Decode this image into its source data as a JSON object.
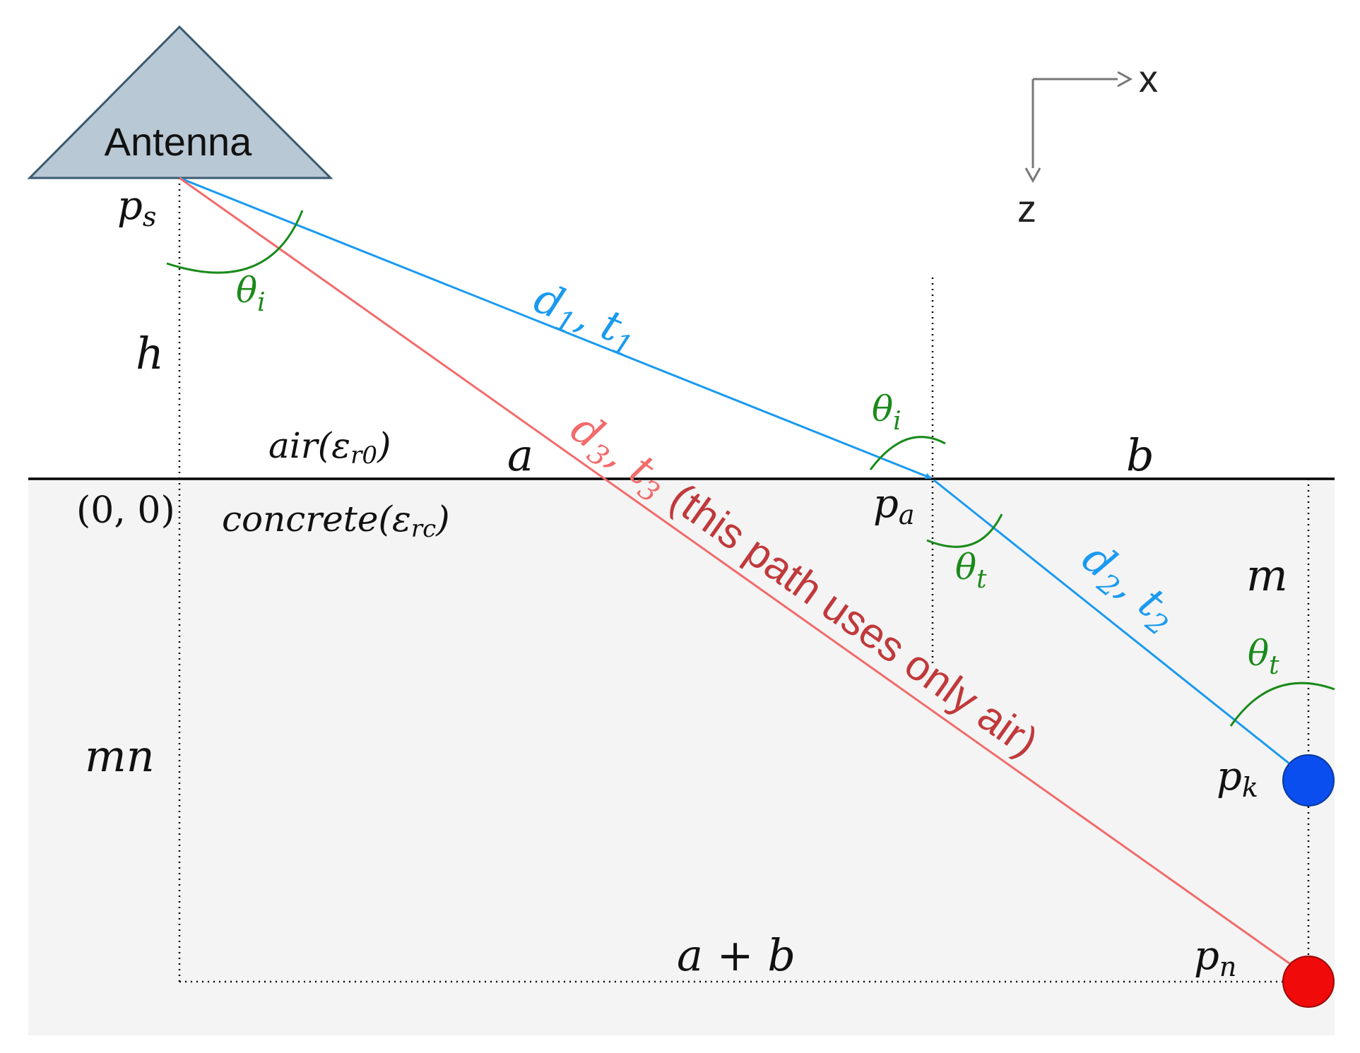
{
  "antenna": {
    "label": "Antenna"
  },
  "axes": {
    "x_label": "x",
    "z_label": "z"
  },
  "points": {
    "ps": {
      "base": "p",
      "sub": "s"
    },
    "pa": {
      "base": "p",
      "sub": "a"
    },
    "pk": {
      "base": "p",
      "sub": "k"
    },
    "pn": {
      "base": "p",
      "sub": "n"
    },
    "origin": "(0, 0)"
  },
  "dimensions": {
    "h": "h",
    "a": "a",
    "b": "b",
    "m": "m",
    "mn": "mn",
    "a_plus_b": "a + b"
  },
  "media": {
    "air": {
      "name": "air(",
      "eps": "ε",
      "sub": "r0",
      "close": ")"
    },
    "concrete": {
      "name": "concrete(",
      "eps": "ε",
      "sub": "rc",
      "close": ")"
    }
  },
  "angles": {
    "theta_i": {
      "base": "θ",
      "sub": "i"
    },
    "theta_t": {
      "base": "θ",
      "sub": "t"
    }
  },
  "paths": {
    "d1t1": {
      "d": "d",
      "d_sub": "1",
      "t": "t",
      "t_sub": "1",
      "sep": ", "
    },
    "d2t2": {
      "d": "d",
      "d_sub": "2",
      "t": "t",
      "t_sub": "2",
      "sep": ", "
    },
    "d3t3": {
      "d": "d",
      "d_sub": "3",
      "t": "t",
      "t_sub": "3",
      "sep": ", ",
      "note": "(this path uses only air)"
    }
  },
  "colors": {
    "blue_path": "#1a9af0",
    "red_path": "#f26b6b",
    "red_note": "#c0393b",
    "angle_arc": "#1a8a1a",
    "antenna_fill": "#b8c8d4",
    "concrete_fill": "#f4f4f4",
    "point_k": "#0a4ef0",
    "point_n": "#f00a0a"
  }
}
